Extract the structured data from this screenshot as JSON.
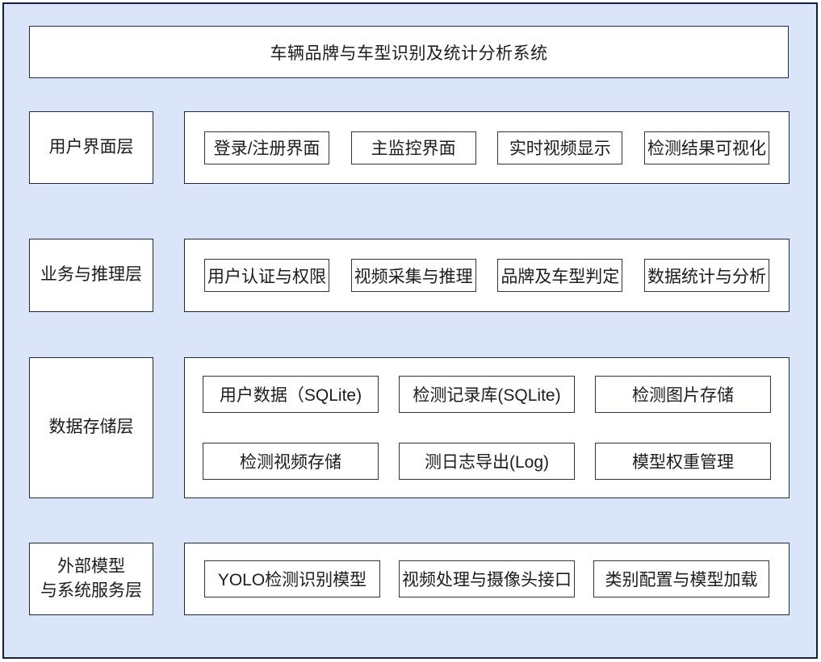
{
  "title": "车辆品牌与车型识别及统计分析系统",
  "colors": {
    "canvas_background": "#dbe5f9",
    "frame_border": "#14233c",
    "box_background": "#ffffff",
    "box_border": "#2e3440",
    "text": "#1c1c1c"
  },
  "layers": [
    {
      "label": "用户界面层",
      "boxes": [
        "登录/注册界面",
        "主监控界面",
        "实时视频显示",
        "检测结果可视化"
      ]
    },
    {
      "label": "业务与推理层",
      "boxes": [
        "用户认证与权限",
        "视频采集与推理",
        "品牌及车型判定",
        "数据统计与分析"
      ]
    },
    {
      "label": "数据存储层",
      "box_rows": [
        [
          "用户数据（SQLite)",
          "检测记录库(SQLite)",
          "检测图片存储"
        ],
        [
          "检测视频存储",
          "测日志导出(Log)",
          "模型权重管理"
        ]
      ]
    },
    {
      "label": "外部模型\n与系统服务层",
      "boxes": [
        "YOLO检测识别模型",
        "视频处理与摄像头接口",
        "类别配置与模型加载"
      ]
    }
  ]
}
